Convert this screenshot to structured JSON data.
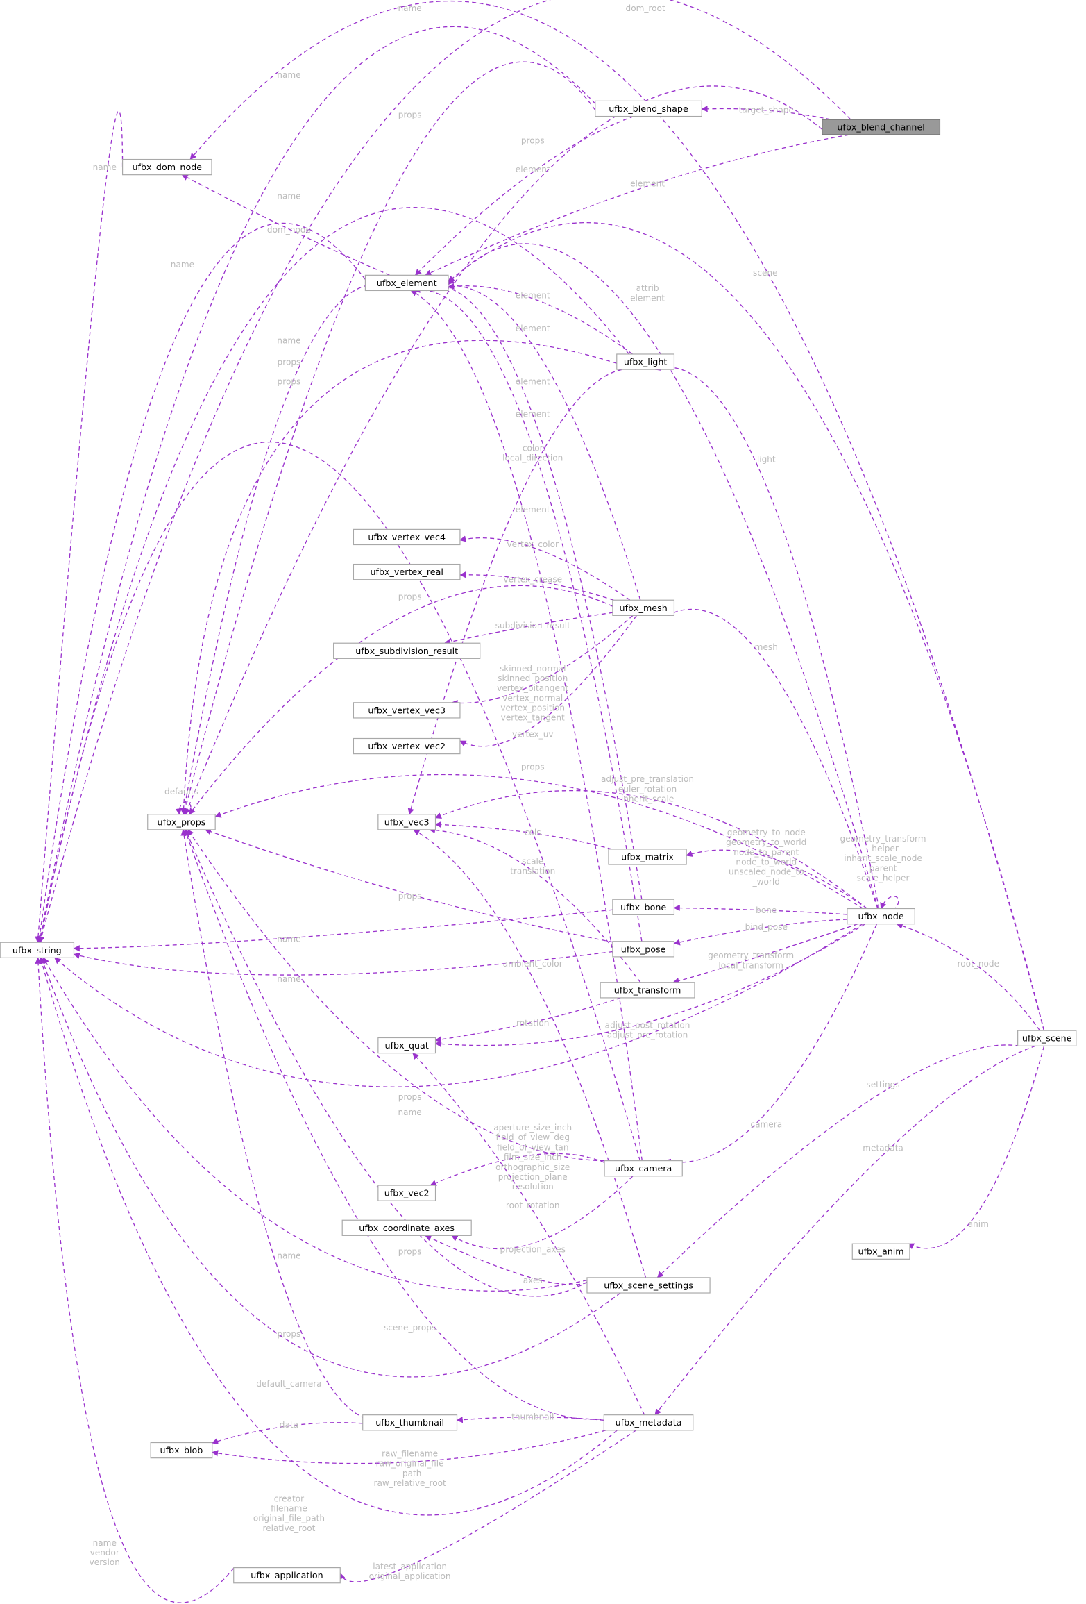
{
  "diagram": {
    "edge_color": "#9a32cd",
    "label_color": "#bbbbbb",
    "focus_node": "ufbx_blend_channel",
    "nodes": [
      "ufbx_blend_channel",
      "ufbx_blend_shape",
      "ufbx_dom_node",
      "ufbx_element",
      "ufbx_light",
      "ufbx_vertex_vec4",
      "ufbx_vertex_real",
      "ufbx_mesh",
      "ufbx_subdivision_result",
      "ufbx_vertex_vec3",
      "ufbx_vertex_vec2",
      "ufbx_props",
      "ufbx_vec3",
      "ufbx_matrix",
      "ufbx_bone",
      "ufbx_node",
      "ufbx_string",
      "ufbx_pose",
      "ufbx_transform",
      "ufbx_scene",
      "ufbx_quat",
      "ufbx_camera",
      "ufbx_vec2",
      "ufbx_coordinate_axes",
      "ufbx_anim",
      "ufbx_scene_settings",
      "ufbx_thumbnail",
      "ufbx_metadata",
      "ufbx_blob",
      "ufbx_application"
    ],
    "edges": [
      {
        "from": "ufbx_blend_channel",
        "to": "ufbx_string",
        "label": [
          "name"
        ]
      },
      {
        "from": "ufbx_scene",
        "to": "ufbx_dom_node",
        "label": [
          "dom_root"
        ]
      },
      {
        "from": "ufbx_blend_channel",
        "to": "ufbx_blend_shape",
        "label": [
          "target_shape"
        ]
      },
      {
        "from": "ufbx_blend_shape",
        "to": "ufbx_string",
        "label": [
          "name"
        ]
      },
      {
        "from": "ufbx_blend_shape",
        "to": "ufbx_props",
        "label": [
          "props"
        ]
      },
      {
        "from": "ufbx_blend_channel",
        "to": "ufbx_props",
        "label": [
          "props"
        ]
      },
      {
        "from": "ufbx_blend_shape",
        "to": "ufbx_element",
        "label": [
          "element"
        ]
      },
      {
        "from": "ufbx_blend_channel",
        "to": "ufbx_element",
        "label": [
          "element"
        ]
      },
      {
        "from": "ufbx_dom_node",
        "to": "ufbx_string",
        "label": [
          "name"
        ]
      },
      {
        "from": "ufbx_light",
        "to": "ufbx_string",
        "label": [
          "name"
        ]
      },
      {
        "from": "ufbx_element",
        "to": "ufbx_dom_node",
        "label": [
          "dom_node"
        ]
      },
      {
        "from": "ufbx_element",
        "to": "ufbx_string",
        "label": [
          "name"
        ]
      },
      {
        "from": "ufbx_scene",
        "to": "ufbx_element",
        "label": [
          "scene"
        ]
      },
      {
        "from": "ufbx_node",
        "to": "ufbx_element",
        "label": [
          "attrib",
          "element"
        ]
      },
      {
        "from": "ufbx_light",
        "to": "ufbx_element",
        "label": [
          "element"
        ]
      },
      {
        "from": "ufbx_mesh",
        "to": "ufbx_element",
        "label": [
          "element"
        ]
      },
      {
        "from": "ufbx_element",
        "to": "ufbx_props",
        "label": [
          "props"
        ]
      },
      {
        "from": "ufbx_light",
        "to": "ufbx_props",
        "label": [
          "props"
        ]
      },
      {
        "from": "ufbx_bone",
        "to": "ufbx_element",
        "label": [
          "element"
        ]
      },
      {
        "from": "ufbx_pose",
        "to": "ufbx_element",
        "label": [
          "element"
        ]
      },
      {
        "from": "ufbx_light",
        "to": "ufbx_vec3",
        "label": [
          "color",
          "local_direction"
        ]
      },
      {
        "from": "ufbx_camera",
        "to": "ufbx_element",
        "label": [
          "element"
        ]
      },
      {
        "from": "ufbx_node",
        "to": "ufbx_light",
        "label": [
          "light"
        ]
      },
      {
        "from": "ufbx_mesh",
        "to": "ufbx_vertex_vec4",
        "label": [
          "vertex_color"
        ]
      },
      {
        "from": "ufbx_mesh",
        "to": "ufbx_vertex_real",
        "label": [
          "vertex_crease"
        ]
      },
      {
        "from": "ufbx_mesh",
        "to": "ufbx_props",
        "label": [
          "props"
        ]
      },
      {
        "from": "ufbx_mesh",
        "to": "ufbx_subdivision_result",
        "label": [
          "subdivision_result"
        ]
      },
      {
        "from": "ufbx_mesh",
        "to": "ufbx_vertex_vec3",
        "label": [
          "skinned_normal",
          "skinned_position",
          "vertex_bitangent",
          "vertex_normal",
          "vertex_position",
          "vertex_tangent"
        ]
      },
      {
        "from": "ufbx_mesh",
        "to": "ufbx_vertex_vec2",
        "label": [
          "vertex_uv"
        ]
      },
      {
        "from": "ufbx_node",
        "to": "ufbx_mesh",
        "label": [
          "mesh"
        ]
      },
      {
        "from": "ufbx_node",
        "to": "ufbx_props",
        "label": [
          "props"
        ]
      },
      {
        "from": "ufbx_node",
        "to": "ufbx_vec3",
        "label": [
          "adjust_pre_translation",
          "euler_rotation",
          "inherit_scale"
        ]
      },
      {
        "from": "ufbx_props",
        "to": "ufbx_props",
        "label": [
          "defaults"
        ]
      },
      {
        "from": "ufbx_matrix",
        "to": "ufbx_vec3",
        "label": [
          "cols"
        ]
      },
      {
        "from": "ufbx_transform",
        "to": "ufbx_vec3",
        "label": [
          "scale",
          "translation"
        ]
      },
      {
        "from": "ufbx_node",
        "to": "ufbx_matrix",
        "label": [
          "geometry_to_node",
          "geometry_to_world",
          "node_to_parent",
          "node_to_world",
          "unscaled_node_to",
          "_world"
        ]
      },
      {
        "from": "ufbx_node",
        "to": "ufbx_node",
        "label": [
          "geometry_transform",
          "_helper",
          "inherit_scale_node",
          "parent",
          "scale_helper"
        ]
      },
      {
        "from": "ufbx_camera",
        "to": "ufbx_string",
        "label": [
          "name"
        ]
      },
      {
        "from": "ufbx_pose",
        "to": "ufbx_props",
        "label": [
          "props"
        ]
      },
      {
        "from": "ufbx_node",
        "to": "ufbx_bone",
        "label": [
          "bone"
        ]
      },
      {
        "from": "ufbx_bone",
        "to": "ufbx_string",
        "label": [
          "name"
        ]
      },
      {
        "from": "ufbx_node",
        "to": "ufbx_pose",
        "label": [
          "bind_pose"
        ]
      },
      {
        "from": "ufbx_node",
        "to": "ufbx_transform",
        "label": [
          "geometry_transform",
          "local_transform"
        ]
      },
      {
        "from": "ufbx_pose",
        "to": "ufbx_string",
        "label": [
          "name"
        ]
      },
      {
        "from": "ufbx_scene_settings",
        "to": "ufbx_vec3",
        "label": [
          "ambient_color"
        ]
      },
      {
        "from": "ufbx_scene",
        "to": "ufbx_node",
        "label": [
          "root_node"
        ]
      },
      {
        "from": "ufbx_transform",
        "to": "ufbx_quat",
        "label": [
          "rotation"
        ]
      },
      {
        "from": "ufbx_node",
        "to": "ufbx_quat",
        "label": [
          "adjust_post_rotation",
          "adjust_pre_rotation"
        ]
      },
      {
        "from": "ufbx_camera",
        "to": "ufbx_props",
        "label": [
          "props"
        ]
      },
      {
        "from": "ufbx_node",
        "to": "ufbx_string",
        "label": [
          "name"
        ]
      },
      {
        "from": "ufbx_scene",
        "to": "ufbx_scene_settings",
        "label": [
          "settings"
        ]
      },
      {
        "from": "ufbx_node",
        "to": "ufbx_camera",
        "label": [
          "camera"
        ]
      },
      {
        "from": "ufbx_scene",
        "to": "ufbx_metadata",
        "label": [
          "metadata"
        ]
      },
      {
        "from": "ufbx_camera",
        "to": "ufbx_vec2",
        "label": [
          "aperture_size_inch",
          "field_of_view_deg",
          "field_of_view_tan",
          "film_size_inch",
          "orthographic_size",
          "projection_plane",
          "resolution"
        ]
      },
      {
        "from": "ufbx_metadata",
        "to": "ufbx_quat",
        "label": [
          "root_rotation"
        ]
      },
      {
        "from": "ufbx_camera",
        "to": "ufbx_coordinate_axes",
        "label": [
          "projection_axes"
        ]
      },
      {
        "from": "ufbx_scene_settings",
        "to": "ufbx_coordinate_axes",
        "label": [
          "axes"
        ]
      },
      {
        "from": "ufbx_scene_settings",
        "to": "ufbx_string",
        "label": [
          "name"
        ]
      },
      {
        "from": "ufbx_scene_settings",
        "to": "ufbx_props",
        "label": [
          "props"
        ]
      },
      {
        "from": "ufbx_scene",
        "to": "ufbx_anim",
        "label": [
          "anim"
        ]
      },
      {
        "from": "ufbx_metadata",
        "to": "ufbx_props",
        "label": [
          "scene_props"
        ]
      },
      {
        "from": "ufbx_thumbnail",
        "to": "ufbx_props",
        "label": [
          "props"
        ]
      },
      {
        "from": "ufbx_scene_settings",
        "to": "ufbx_string",
        "label": [
          "default_camera"
        ]
      },
      {
        "from": "ufbx_metadata",
        "to": "ufbx_thumbnail",
        "label": [
          "thumbnail"
        ]
      },
      {
        "from": "ufbx_thumbnail",
        "to": "ufbx_blob",
        "label": [
          "data"
        ]
      },
      {
        "from": "ufbx_metadata",
        "to": "ufbx_blob",
        "label": [
          "raw_filename",
          "raw_original_file",
          "_path",
          "raw_relative_root"
        ]
      },
      {
        "from": "ufbx_metadata",
        "to": "ufbx_string",
        "label": [
          "creator",
          "filename",
          "original_file_path",
          "relative_root"
        ]
      },
      {
        "from": "ufbx_metadata",
        "to": "ufbx_application",
        "label": [
          "latest_application",
          "original_application"
        ]
      },
      {
        "from": "ufbx_application",
        "to": "ufbx_string",
        "label": [
          "name",
          "vendor",
          "version"
        ]
      }
    ]
  }
}
